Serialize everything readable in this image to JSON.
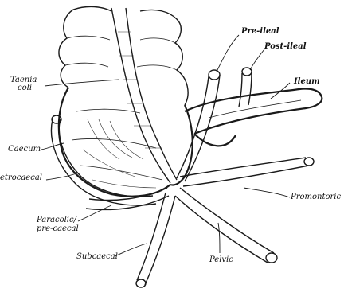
{
  "figure": {
    "labels": {
      "pre_ileal": "Pre-ileal",
      "post_ileal": "Post-ileal",
      "ileum": "Ileum",
      "taenia_line1": "Taenia",
      "taenia_line2": "coli",
      "caecum": "Caecum",
      "retrocaecal": "etrocaecal",
      "promontoric": "Promontoric",
      "paracolic_line1": "Paracolic/",
      "paracolic_line2": "pre-caecal",
      "subcaecal": "Subcaecal",
      "pelvic": "Pelvic"
    }
  }
}
